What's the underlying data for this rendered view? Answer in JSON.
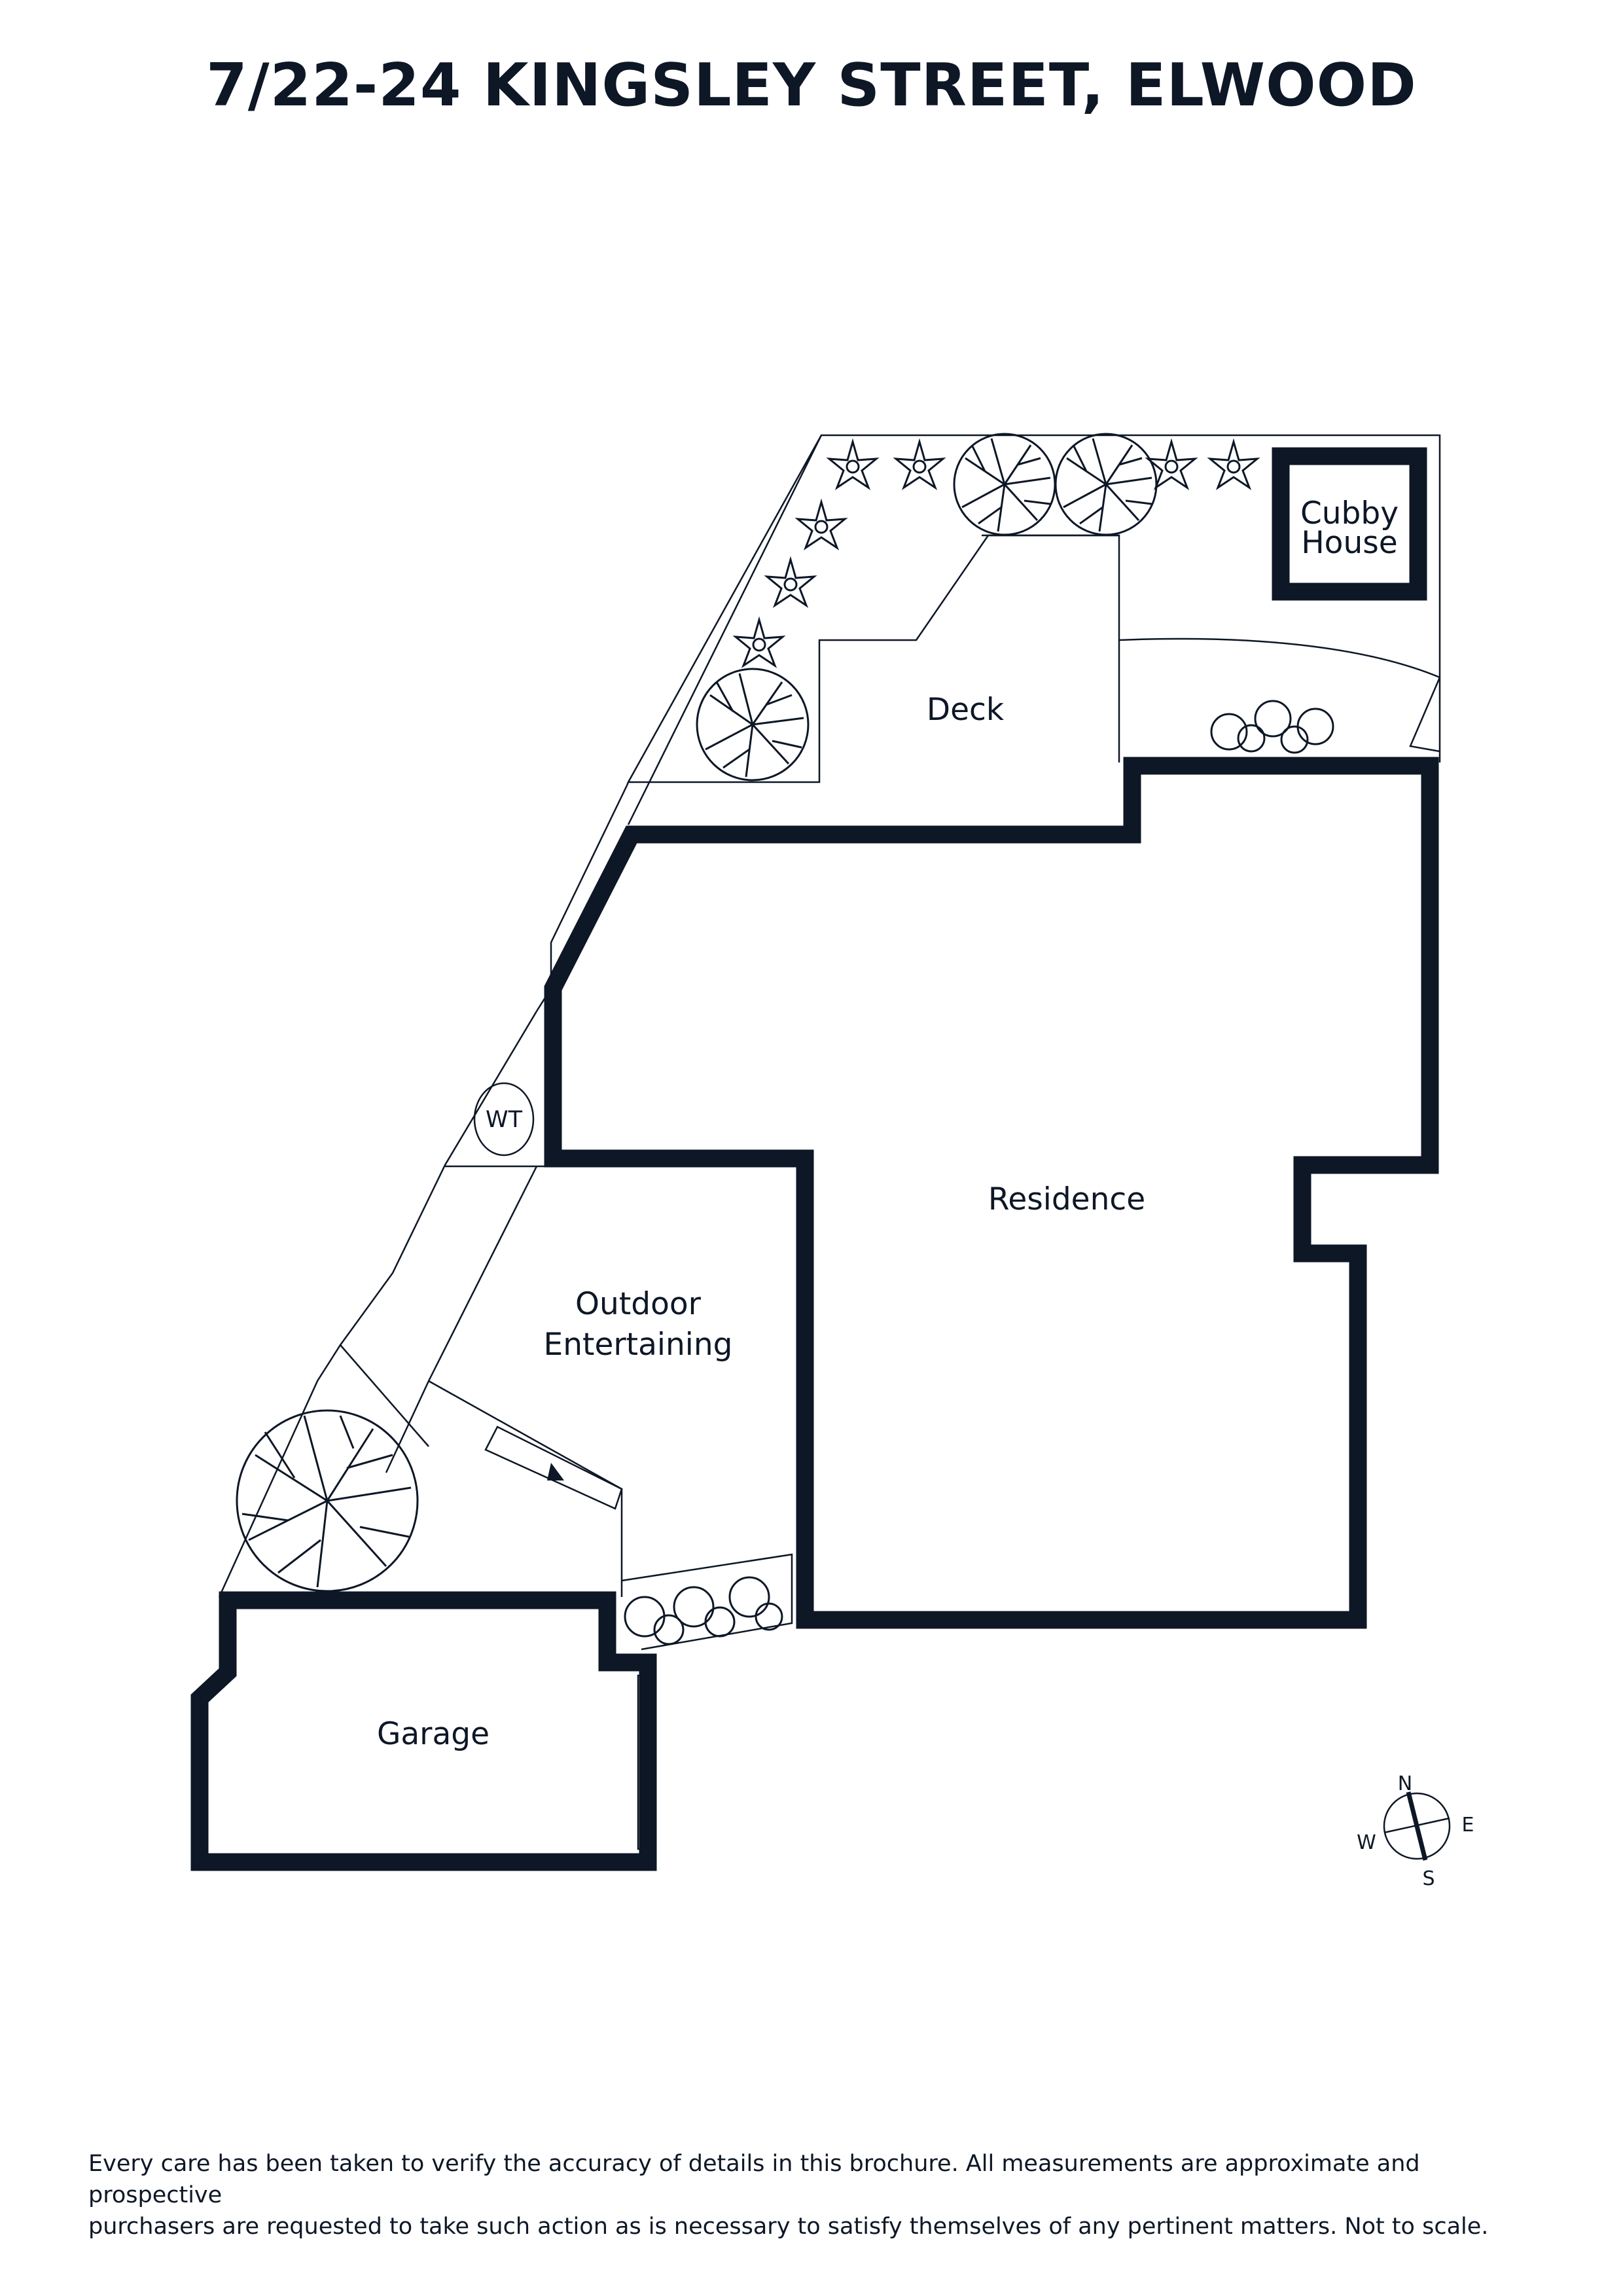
{
  "title": "7/22-24 KINGSLEY STREET, ELWOOD",
  "rooms": {
    "deck": "Deck",
    "cubby_line1": "Cubby",
    "cubby_line2": "House",
    "residence": "Residence",
    "outdoor_line1": "Outdoor",
    "outdoor_line2": "Entertaining",
    "garage": "Garage",
    "water_tank": "WT"
  },
  "compass": {
    "n": "N",
    "e": "E",
    "s": "S",
    "w": "W"
  },
  "disclaimer_line1": "Every care has been taken to verify the accuracy of details in this brochure. All measurements are approximate and prospective",
  "disclaimer_line2": "purchasers are requested to take such action as is necessary to satisfy themselves of any pertinent matters. Not to scale.",
  "colors": {
    "ink": "#0d1726",
    "background": "#ffffff"
  }
}
